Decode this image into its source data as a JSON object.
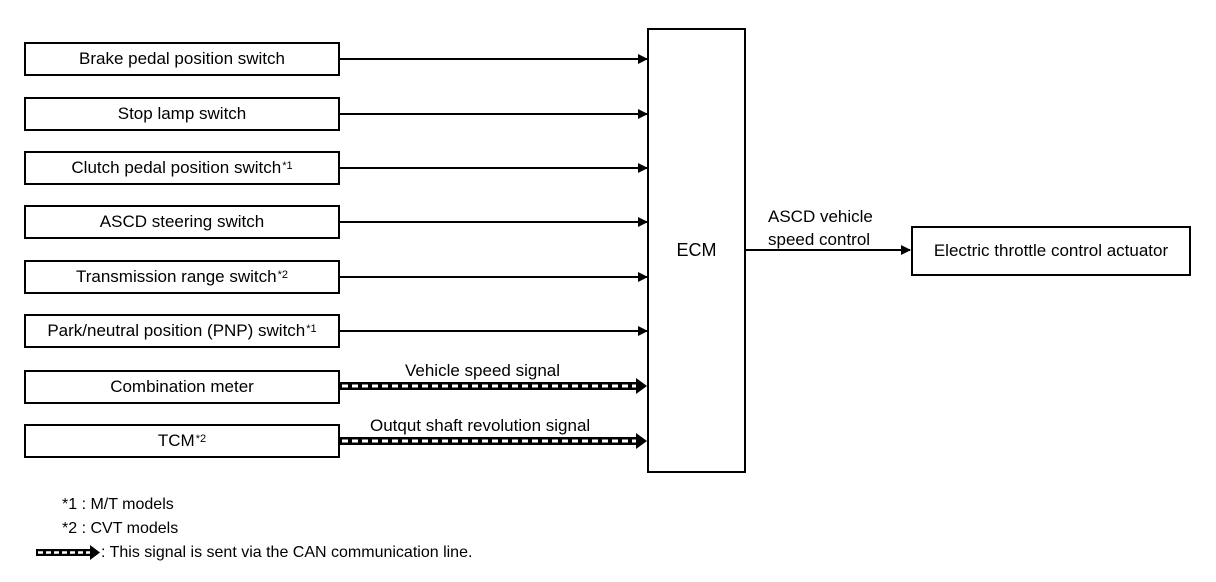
{
  "inputs": [
    {
      "label": "Brake pedal position switch",
      "note": ""
    },
    {
      "label": "Stop lamp switch",
      "note": ""
    },
    {
      "label": "Clutch pedal position switch",
      "note": "*1"
    },
    {
      "label": "ASCD steering switch",
      "note": ""
    },
    {
      "label": "Transmission range switch",
      "note": "*2"
    },
    {
      "label": "Park/neutral position (PNP) switch",
      "note": "*1"
    },
    {
      "label": "Combination meter",
      "note": "",
      "signal": "Vehicle speed signal"
    },
    {
      "label": "TCM",
      "note": "*2",
      "signal": "Outqut shaft revolution signal"
    }
  ],
  "ecm": {
    "label": "ECM"
  },
  "output": {
    "signal_line1": "ASCD vehicle",
    "signal_line2": "speed control",
    "label": "Electric throttle control actuator"
  },
  "legend": {
    "note1": "*1 : M/T models",
    "note2": "*2 : CVT models",
    "can_line": ": This signal is sent via the CAN communication line."
  }
}
